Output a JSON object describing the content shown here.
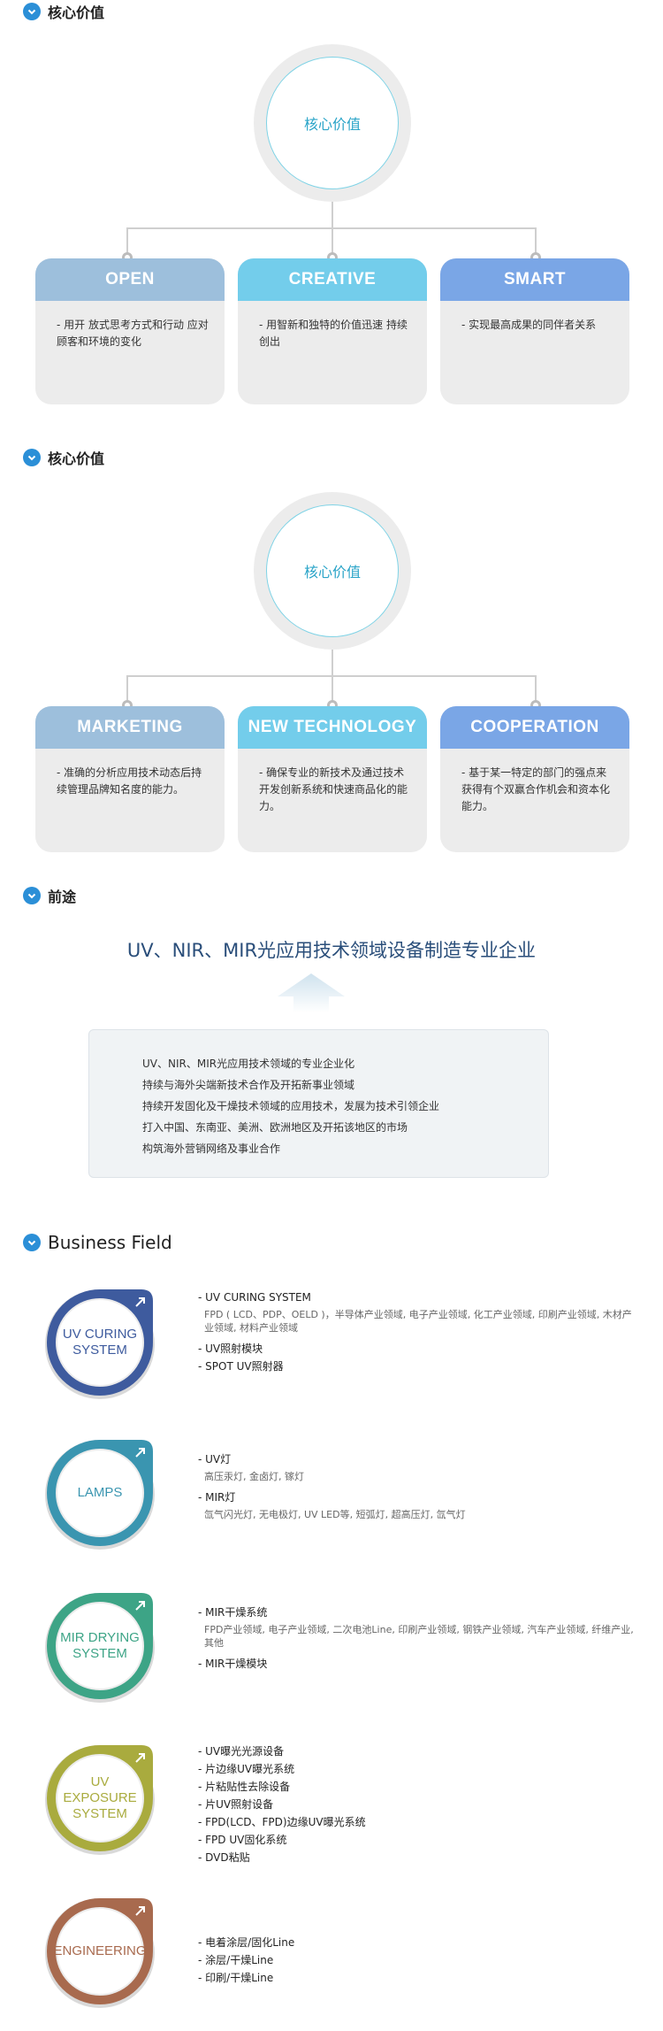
{
  "section1": {
    "title": "核心价值",
    "center": "核心价值",
    "cards": [
      {
        "name": "OPEN",
        "text": "- 用开 放式思考方式和行动 应对顾客和环境的变化"
      },
      {
        "name": "CREATIVE",
        "text": "- 用智新和独特的价值迅速 持续创出"
      },
      {
        "name": "SMART",
        "text": "- 实现最高成果的同伴者关系"
      }
    ]
  },
  "section2": {
    "title": "核心价值",
    "center": "核心价值",
    "cards": [
      {
        "name": "MARKETING",
        "text": "- 准确的分析应用技术动态后持续管理品牌知名度的能力。"
      },
      {
        "name": "NEW TECHNOLOGY",
        "text": "- 确保专业的新技术及通过技术开发创新系统和快速商品化的能力。"
      },
      {
        "name": "COOPERATION",
        "text": "- 基于某一特定的部门的强点来获得有个双赢合作机会和资本化能力。"
      }
    ]
  },
  "section3": {
    "title": "前途",
    "headline": "UV、NIR、MIR光应用技术领域设备制造专业企业",
    "items": [
      "UV、NIR、MIR光应用技术领域的专业企业化",
      "持续与海外尖端新技术合作及开拓新事业领域",
      "持续开发固化及干燥技术领域的应用技术，发展为技术引领企业",
      "打入中国、东南亚、美洲、欧洲地区及开拓该地区的市场",
      "构筑海外营销网络及事业合作"
    ]
  },
  "section4": {
    "title": "Business Field",
    "fields": [
      {
        "badge_lines": [
          "UV CURING",
          "SYSTEM"
        ],
        "color": "#3e5b9e",
        "entries": [
          {
            "item": "- UV CURING SYSTEM",
            "sub": "FPD ( LCD、PDP、OELD )，半导体产业领域, 电子产业领域, 化工产业领域, 印刷产业领域, 木材产业领域, 材料产业领域"
          },
          {
            "item": "- UV照射模块",
            "sub": ""
          },
          {
            "item": "- SPOT UV照射器",
            "sub": ""
          }
        ]
      },
      {
        "badge_lines": [
          "LAMPS"
        ],
        "color": "#3a95b0",
        "entries": [
          {
            "item": "- UV灯",
            "sub": "高压汞灯, 金卤灯, 镓灯"
          },
          {
            "item": "- MIR灯",
            "sub": "氙气闪光灯, 无电极灯, UV LED等, 短弧灯, 超高压灯, 氙气灯"
          }
        ]
      },
      {
        "badge_lines": [
          "MIR DRYING",
          "SYSTEM"
        ],
        "color": "#3da486",
        "entries": [
          {
            "item": "- MIR干燥系统",
            "sub": "FPD产业领域, 电子产业领域, 二次电池Line, 印刷产业领域, 钢铁产业领域, 汽车产业领域, 纤维产业, 其他"
          },
          {
            "item": "- MIR干燥模块",
            "sub": ""
          }
        ]
      },
      {
        "badge_lines": [
          "UV",
          "EXPOSURE",
          "SYSTEM"
        ],
        "color": "#a9ab3e",
        "entries": [
          {
            "item": "- UV曝光光源设备",
            "sub": ""
          },
          {
            "item": "- 片边缘UV曝光系统",
            "sub": ""
          },
          {
            "item": "- 片粘贴性去除设备",
            "sub": ""
          },
          {
            "item": "- 片UV照射设备",
            "sub": ""
          },
          {
            "item": "- FPD(LCD、FPD)边缘UV曝光系统",
            "sub": ""
          },
          {
            "item": "- FPD UV固化系统",
            "sub": ""
          },
          {
            "item": "- DVD粘贴",
            "sub": ""
          }
        ]
      },
      {
        "badge_lines": [
          "ENGINEERING"
        ],
        "color": "#a86a4e",
        "entries": [
          {
            "item": "- 电着涂层/固化Line",
            "sub": ""
          },
          {
            "item": "- 涂层/干燥Line",
            "sub": ""
          },
          {
            "item": "- 印刷/干燥Line",
            "sub": ""
          }
        ]
      }
    ]
  }
}
